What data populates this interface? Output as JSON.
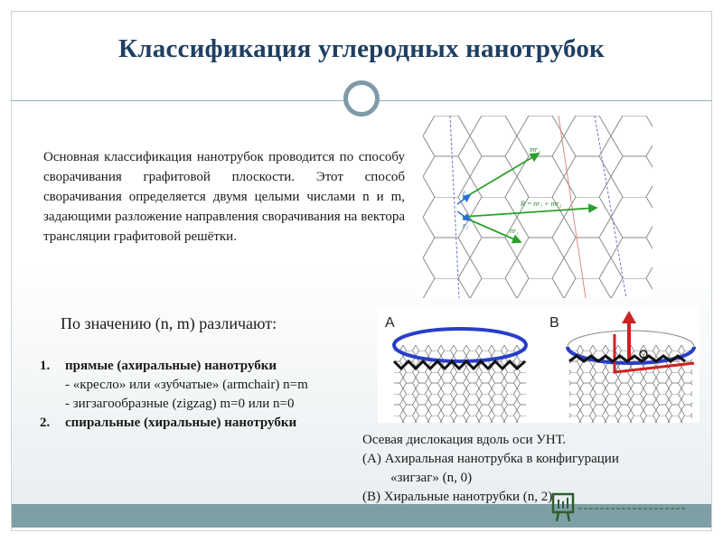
{
  "slide": {
    "title": "Классификация углеродных нанотрубок",
    "intro": "Основная классификация нанотрубок проводится по способу сворачивания графитовой плоскости. Этот способ сворачивания определяется двумя целыми числами n и m, задающими разложение направления сворачивания на вектора трансляции графитовой решётки.",
    "subheading": "По значению (n, m) различают:",
    "list": [
      {
        "num": "1.",
        "title": "прямые (ахиральные) нанотрубки",
        "details": [
          "- «кресло» или «зубчатые» (armchair) n=m",
          "- зигзагообразные (zigzag) m=0 или n=0"
        ]
      },
      {
        "num": "2.",
        "title": "спиральные (хиральные) нанотрубки",
        "details": []
      }
    ],
    "lattice": {
      "labels": [
        "mr₂",
        "R = nr₁ + mr₂",
        "nr₁",
        "r₁",
        "r₂"
      ]
    },
    "tubes": {
      "labels": [
        "A",
        "B"
      ]
    },
    "caption": {
      "line1": "Осевая дислокация вдоль оси УНТ.",
      "line2": "(A) Ахиральная нанотрубка в конфигурации",
      "line3": "«зигзаг» (n, 0)",
      "line4": "(B) Хиральные нанотрубки (n, 2)"
    },
    "colors": {
      "title": "#1f3f62",
      "bar": "#7f9fa6",
      "ring": "#7f9aa8",
      "arrow_green": "#2ca02c",
      "tube_blue": "#2a3fc8"
    },
    "icons": [
      "circle-ornament",
      "presentation-logo-icon"
    ]
  }
}
